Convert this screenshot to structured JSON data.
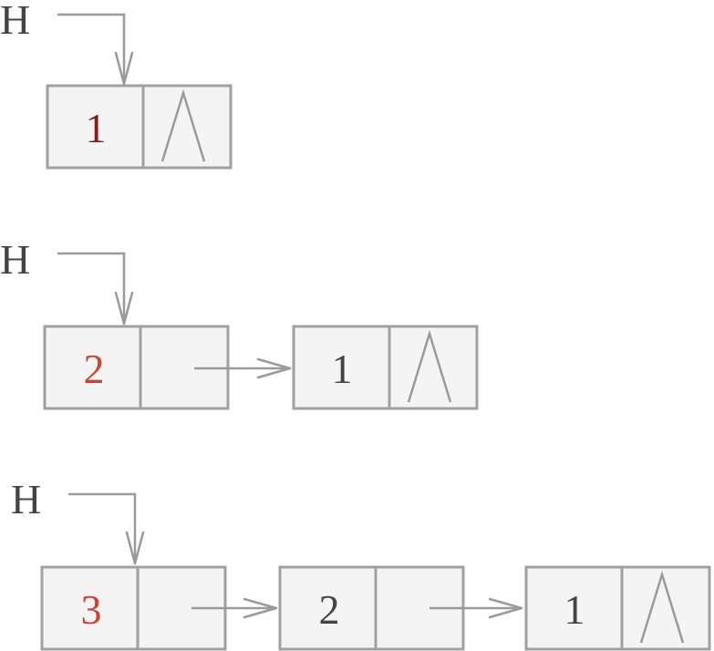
{
  "head_label": "H",
  "colors": {
    "box_fill": "#f4f4f4",
    "box_stroke": "#a0a0a0",
    "arrow": "#9a9a9a",
    "text_dark": "#444444",
    "text_red": "#d0412e",
    "text_dark_red": "#8b1a1a"
  },
  "steps": [
    {
      "head": "H",
      "nodes": [
        {
          "value": "1",
          "color": "#8b1a1a",
          "next": "null"
        }
      ]
    },
    {
      "head": "H",
      "nodes": [
        {
          "value": "2",
          "color": "#d0412e",
          "next": "pointer"
        },
        {
          "value": "1",
          "color": "#444444",
          "next": "null"
        }
      ]
    },
    {
      "head": "H",
      "nodes": [
        {
          "value": "3",
          "color": "#d0412e",
          "next": "pointer"
        },
        {
          "value": "2",
          "color": "#444444",
          "next": "pointer"
        },
        {
          "value": "1",
          "color": "#444444",
          "next": "null"
        }
      ]
    }
  ]
}
